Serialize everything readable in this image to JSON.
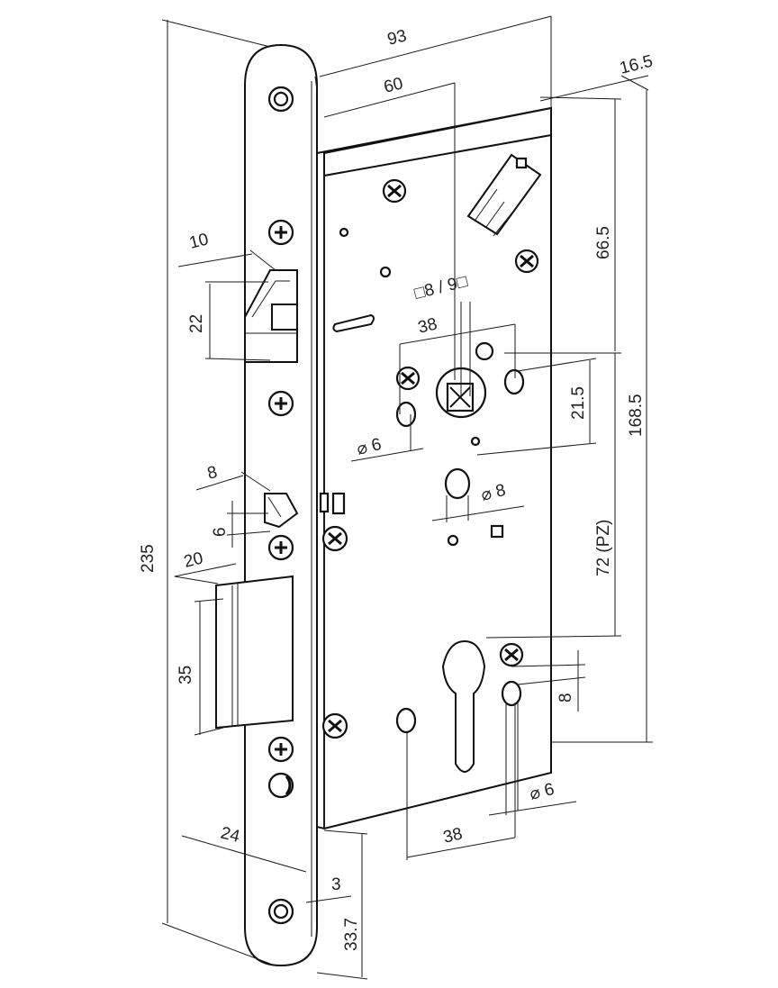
{
  "dimensions": {
    "d93": "93",
    "d60": "60",
    "d16_5": "16.5",
    "d66_5": "66.5",
    "d168_5": "168.5",
    "d10": "10",
    "d22": "22",
    "d8_9": "□8 / 9□",
    "d38_top": "38",
    "d21_5": "21.5",
    "d6_dia_top": "⌀ 6",
    "d8_dia": "⌀ 8",
    "d8": "8",
    "d6": "6",
    "d235": "235",
    "d20": "20",
    "d35": "35",
    "d72pz": "72 (PZ)",
    "d8_small": "8",
    "d6_dia_bottom": "⌀ 6",
    "d38_bottom": "38",
    "d24": "24",
    "d3": "3",
    "d33_7": "33.7"
  }
}
